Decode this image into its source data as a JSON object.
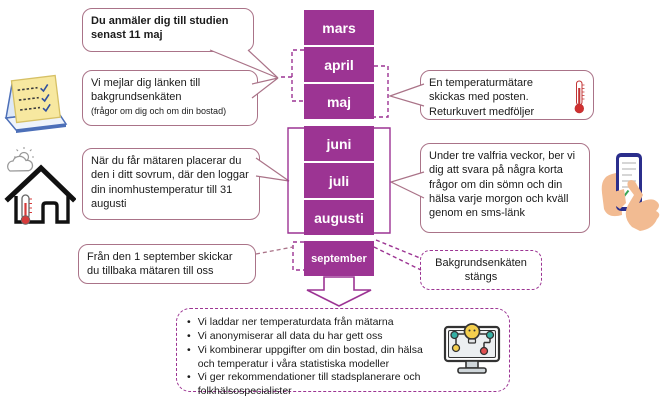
{
  "colors": {
    "month_box": "#9c3493",
    "callout_border": "#aa7388",
    "dashed_accent": "#9c3493",
    "ink": "#1a1a1a"
  },
  "timeline": {
    "months": [
      "mars",
      "april",
      "maj",
      "juni",
      "juli",
      "augusti",
      "september"
    ]
  },
  "callouts": {
    "signup": {
      "text": "Du anmäler dig till studien senast 11 maj"
    },
    "email_survey": {
      "text": "Vi mejlar dig länken till bakgrundsenkäten",
      "subtext": "(frågor om dig och om din bostad)"
    },
    "sensor_placement": {
      "text": "När du får mätaren placerar du den i ditt sovrum, där den loggar din inomhustemperatur till 31 augusti"
    },
    "return_sensor": {
      "text": "Från den 1 september skickar du tillbaka mätaren till oss"
    },
    "sensor_mail": {
      "text": "En temperaturmätare skickas med posten. Returkuvert medföljer"
    },
    "sms_questions": {
      "text": "Under tre valfria veckor, ber vi dig att svara på några korta frågor om din sömn och din hälsa varje morgon och kväll genom en sms-länk"
    },
    "survey_closes": {
      "text": "Bakgrundsenkäten stängs"
    }
  },
  "outcomes": {
    "bullets": [
      "Vi laddar ner temperaturdata från mätarna",
      "Vi anonymiserar all data du har gett oss",
      "Vi kombinerar uppgifter om din bostad, din hälsa och temperatur i våra statistiska modeller",
      "Vi ger rekommendationer till stadsplanerare och folkhälsospecialister"
    ]
  },
  "icons": {
    "left_top": "survey-laptop-icon",
    "left_middle": "house-thermometer-icon",
    "in_sensor_mail_callout": "thermometer-icon",
    "right_middle": "phone-in-hand-icon",
    "bottom_box": "analytics-monitor-icon"
  }
}
